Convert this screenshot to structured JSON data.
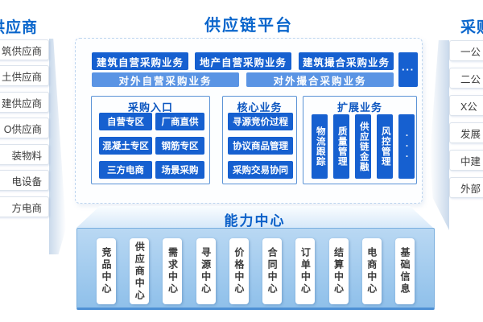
{
  "palette": {
    "accent_blue": "#0a66cc",
    "button_dark": "#1660d0",
    "button_light": "#5a94e4",
    "panel_border": "#5b93d6",
    "capability_gradient_top": "#b9d8f3",
    "capability_gradient_bottom": "#8fc0ea"
  },
  "left_column": {
    "title": "供应商",
    "items": [
      "筑供应商",
      "土供应商",
      "建供应商",
      "O供应商",
      "装物料",
      "电设备",
      "方电商"
    ]
  },
  "center": {
    "title": "供应链平台",
    "top_buttons": [
      "建筑自营采购业务",
      "地产自营采购业务",
      "建筑撮合采购业务"
    ],
    "more_label": "···",
    "second_row": [
      "对外自营采购业务",
      "对外撮合采购业务"
    ],
    "panels": [
      {
        "title": "采购入口",
        "buttons": [
          "自营专区",
          "厂商直供",
          "混凝土专区",
          "钢筋专区",
          "三方电商",
          "场景采购"
        ]
      },
      {
        "title": "核心业务",
        "buttons": [
          "寻源竞价过程",
          "协议商品管理",
          "采购交易协同"
        ]
      },
      {
        "title": "扩展业务",
        "bars": [
          "物流跟踪",
          "质量管理",
          "供应链金融",
          "风控管理",
          "···"
        ]
      }
    ]
  },
  "right_column": {
    "title": "采购",
    "items": [
      "一公",
      "二公",
      "X公",
      "发展",
      "中建",
      "外部"
    ]
  },
  "capability": {
    "title": "能力中心",
    "cards": [
      "竞品中心",
      "供应商中心",
      "需求中心",
      "寻源中心",
      "价格中心",
      "合同中心",
      "订单中心",
      "结算中心",
      "电商中心",
      "基础信息"
    ]
  }
}
